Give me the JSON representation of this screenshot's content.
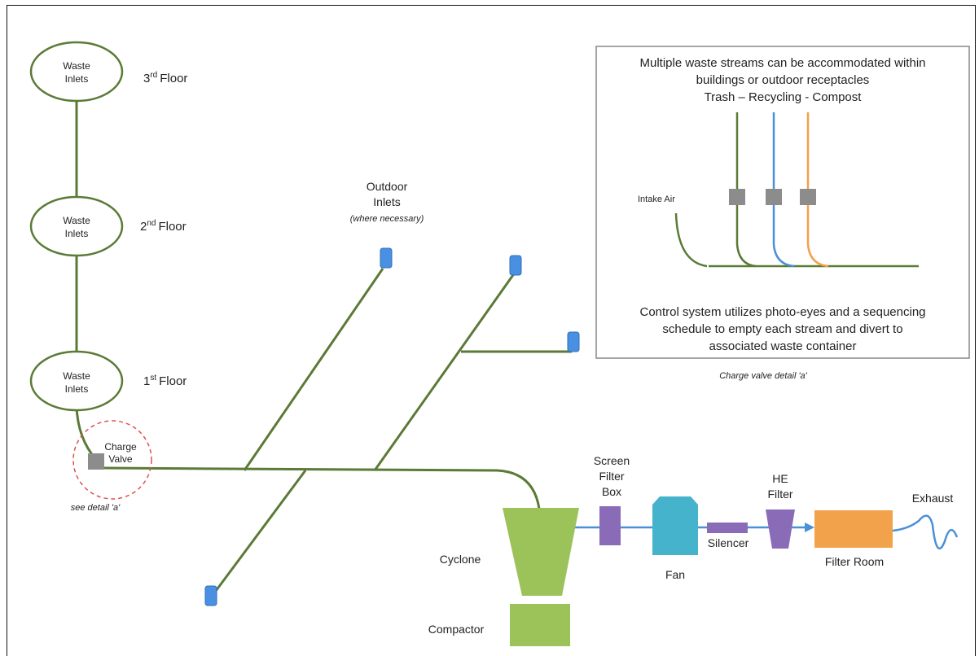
{
  "floors": [
    {
      "inlet_line1": "Waste",
      "inlet_line2": "Inlets",
      "floor_num": "3",
      "floor_sup": "rd",
      "floor_word": "Floor"
    },
    {
      "inlet_line1": "Waste",
      "inlet_line2": "Inlets",
      "floor_num": "2",
      "floor_sup": "nd",
      "floor_word": "Floor"
    },
    {
      "inlet_line1": "Waste",
      "inlet_line2": "Inlets",
      "floor_num": "1",
      "floor_sup": "st",
      "floor_word": "Floor"
    }
  ],
  "charge_valve": {
    "line1": "Charge",
    "line2": "Valve",
    "note": "see detail 'a'"
  },
  "outdoor": {
    "line1": "Outdoor",
    "line2": "Inlets",
    "note": "(where necessary)"
  },
  "detail": {
    "heading": [
      "Multiple waste streams can be accommodated within",
      "buildings or outdoor receptacles",
      "Trash – Recycling - Compost"
    ],
    "intake_label": "Intake Air",
    "footer": [
      "Control system utilizes photo-eyes and a sequencing",
      "schedule to empty each stream and divert to",
      "associated waste container"
    ],
    "caption": "Charge valve detail 'a'",
    "stream_colors": [
      "#5b7a36",
      "#4a8fd8",
      "#f2a04a"
    ]
  },
  "equipment": {
    "screen_filter": [
      "Screen",
      "Filter",
      "Box"
    ],
    "cyclone": "Cyclone",
    "compactor": "Compactor",
    "fan": "Fan",
    "silencer": "Silencer",
    "he_filter": [
      "HE",
      "Filter"
    ],
    "filter_room": "Filter Room",
    "exhaust": "Exhaust"
  },
  "colors": {
    "pipe": "#5b7a36",
    "inlet_fill": "#4a90e2",
    "cyclone": "#9cc25a",
    "filter_box": "#8a6bb8",
    "fan": "#45b3cc",
    "filter_room": "#f2a24a",
    "air_line": "#4a8fd8",
    "valve": "#8c8c8c",
    "valve_circle": "#e05050"
  }
}
